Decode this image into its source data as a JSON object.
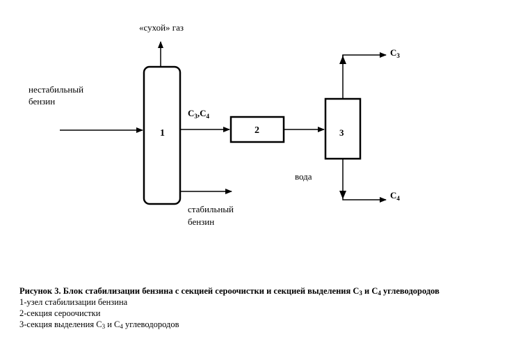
{
  "diagram": {
    "labels": {
      "dry_gas": "«сухой» газ",
      "unstable_gasoline_1": "нестабильный",
      "unstable_gasoline_2": "бензин",
      "c3c4_c3": "C",
      "c3c4_sub1": "3",
      "c3c4_comma": ",C",
      "c3c4_sub2": "4",
      "stable_gasoline_1": "стабильный",
      "stable_gasoline_2": "бензин",
      "water": "вода",
      "c3_main": "C",
      "c3_sub": "3",
      "c4_main": "C",
      "c4_sub": "4"
    },
    "units": {
      "unit1": "1",
      "unit2": "2",
      "unit3": "3"
    }
  },
  "caption": {
    "title_part1": "Рисунок 3. Блок стабилизации бензина с секцией сероочистки и секцией выделения С",
    "title_sub1": "3",
    "title_part2": " и С",
    "title_sub2": "4",
    "title_part3": " углеводородов",
    "line1": "1-узел стабилизации бензина",
    "line2": "2-секция сероочистки",
    "line3_part1": "3-секция выделения С",
    "line3_sub1": "3",
    "line3_part2": " и С",
    "line3_sub2": "4",
    "line3_part3": " углеводородов"
  }
}
